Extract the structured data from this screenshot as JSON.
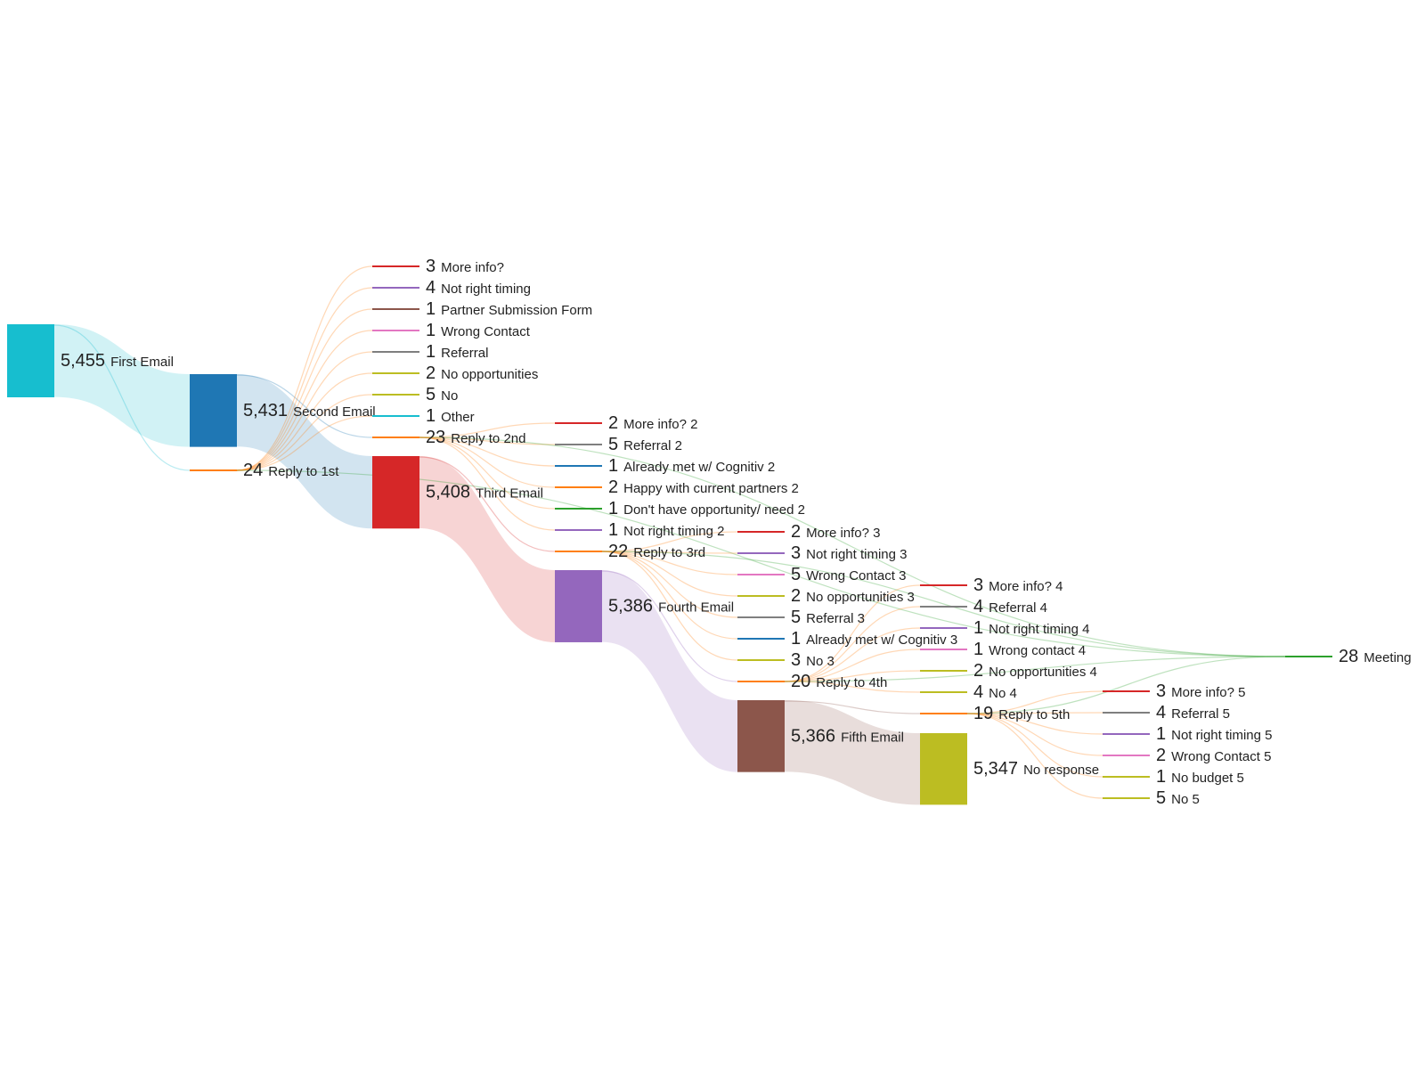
{
  "chart_data": {
    "type": "sankey",
    "nodes": [
      {
        "id": "first",
        "label": "First Email",
        "value": 5455,
        "display": "5,455",
        "color": "#17becf"
      },
      {
        "id": "second",
        "label": "Second Email",
        "value": 5431,
        "display": "5,431",
        "color": "#1f77b4"
      },
      {
        "id": "reply1",
        "label": "Reply to 1st",
        "value": 24,
        "display": "24",
        "color": "#ff7f0e"
      },
      {
        "id": "r1_moreinfo",
        "label": "More info?",
        "value": 3,
        "display": "3",
        "color": "#d62728"
      },
      {
        "id": "r1_timing",
        "label": "Not right timing",
        "value": 4,
        "display": "4",
        "color": "#9467bd"
      },
      {
        "id": "r1_partner",
        "label": "Partner Submission Form",
        "value": 1,
        "display": "1",
        "color": "#8c564b"
      },
      {
        "id": "r1_wrong",
        "label": "Wrong Contact",
        "value": 1,
        "display": "1",
        "color": "#e377c2"
      },
      {
        "id": "r1_referral",
        "label": "Referral",
        "value": 1,
        "display": "1",
        "color": "#7f7f7f"
      },
      {
        "id": "r1_noopp",
        "label": "No opportunities",
        "value": 2,
        "display": "2",
        "color": "#bcbd22"
      },
      {
        "id": "r1_no",
        "label": "No",
        "value": 5,
        "display": "5",
        "color": "#bcbd22"
      },
      {
        "id": "r1_other",
        "label": "Other",
        "value": 1,
        "display": "1",
        "color": "#17becf"
      },
      {
        "id": "reply2",
        "label": "Reply to 2nd",
        "value": 23,
        "display": "23",
        "color": "#ff7f0e"
      },
      {
        "id": "third",
        "label": "Third Email",
        "value": 5408,
        "display": "5,408",
        "color": "#d62728"
      },
      {
        "id": "r2_moreinfo",
        "label": "More info? 2",
        "value": 2,
        "display": "2",
        "color": "#d62728"
      },
      {
        "id": "r2_referral",
        "label": "Referral 2",
        "value": 5,
        "display": "5",
        "color": "#7f7f7f"
      },
      {
        "id": "r2_met",
        "label": "Already met w/ Cognitiv 2",
        "value": 1,
        "display": "1",
        "color": "#1f77b4"
      },
      {
        "id": "r2_happy",
        "label": "Happy with current partners 2",
        "value": 2,
        "display": "2",
        "color": "#ff7f0e"
      },
      {
        "id": "r2_dont",
        "label": "Don't have opportunity/ need 2",
        "value": 1,
        "display": "1",
        "color": "#2ca02c"
      },
      {
        "id": "r2_timing",
        "label": "Not right timing 2",
        "value": 1,
        "display": "1",
        "color": "#9467bd"
      },
      {
        "id": "reply3",
        "label": "Reply to 3rd",
        "value": 22,
        "display": "22",
        "color": "#ff7f0e"
      },
      {
        "id": "fourth",
        "label": "Fourth Email",
        "value": 5386,
        "display": "5,386",
        "color": "#9467bd"
      },
      {
        "id": "r3_moreinfo",
        "label": "More info? 3",
        "value": 2,
        "display": "2",
        "color": "#d62728"
      },
      {
        "id": "r3_timing",
        "label": "Not right timing 3",
        "value": 3,
        "display": "3",
        "color": "#9467bd"
      },
      {
        "id": "r3_wrong",
        "label": "Wrong Contact 3",
        "value": 5,
        "display": "5",
        "color": "#e377c2"
      },
      {
        "id": "r3_noopp",
        "label": "No opportunities 3",
        "value": 2,
        "display": "2",
        "color": "#bcbd22"
      },
      {
        "id": "r3_referral",
        "label": "Referral 3",
        "value": 5,
        "display": "5",
        "color": "#7f7f7f"
      },
      {
        "id": "r3_met",
        "label": "Already met w/ Cognitiv 3",
        "value": 1,
        "display": "1",
        "color": "#1f77b4"
      },
      {
        "id": "r3_no",
        "label": "No 3",
        "value": 3,
        "display": "3",
        "color": "#bcbd22"
      },
      {
        "id": "reply4",
        "label": "Reply to 4th",
        "value": 20,
        "display": "20",
        "color": "#ff7f0e"
      },
      {
        "id": "fifth",
        "label": "Fifth Email",
        "value": 5366,
        "display": "5,366",
        "color": "#8c564b"
      },
      {
        "id": "r4_moreinfo",
        "label": "More info? 4",
        "value": 3,
        "display": "3",
        "color": "#d62728"
      },
      {
        "id": "r4_referral",
        "label": "Referral 4",
        "value": 4,
        "display": "4",
        "color": "#7f7f7f"
      },
      {
        "id": "r4_timing",
        "label": "Not right timing 4",
        "value": 1,
        "display": "1",
        "color": "#9467bd"
      },
      {
        "id": "r4_wrong",
        "label": "Wrong contact 4",
        "value": 1,
        "display": "1",
        "color": "#e377c2"
      },
      {
        "id": "r4_noopp",
        "label": "No opportunities 4",
        "value": 2,
        "display": "2",
        "color": "#bcbd22"
      },
      {
        "id": "r4_no",
        "label": "No 4",
        "value": 4,
        "display": "4",
        "color": "#bcbd22"
      },
      {
        "id": "reply5",
        "label": "Reply to 5th",
        "value": 19,
        "display": "19",
        "color": "#ff7f0e"
      },
      {
        "id": "noresp",
        "label": "No response",
        "value": 5347,
        "display": "5,347",
        "color": "#bcbd22"
      },
      {
        "id": "r5_moreinfo",
        "label": "More info? 5",
        "value": 3,
        "display": "3",
        "color": "#d62728"
      },
      {
        "id": "r5_referral",
        "label": "Referral 5",
        "value": 4,
        "display": "4",
        "color": "#7f7f7f"
      },
      {
        "id": "r5_timing",
        "label": "Not right timing 5",
        "value": 1,
        "display": "1",
        "color": "#9467bd"
      },
      {
        "id": "r5_wrong",
        "label": "Wrong Contact 5",
        "value": 2,
        "display": "2",
        "color": "#e377c2"
      },
      {
        "id": "r5_budget",
        "label": "No budget 5",
        "value": 1,
        "display": "1",
        "color": "#bcbd22"
      },
      {
        "id": "r5_no",
        "label": "No 5",
        "value": 5,
        "display": "5",
        "color": "#bcbd22"
      },
      {
        "id": "meeting",
        "label": "Meeting",
        "value": 28,
        "display": "28",
        "color": "#2ca02c"
      }
    ],
    "links": [
      {
        "source": "first",
        "target": "second",
        "value": 5431
      },
      {
        "source": "first",
        "target": "reply1",
        "value": 24
      },
      {
        "source": "second",
        "target": "third",
        "value": 5408
      },
      {
        "source": "second",
        "target": "reply2",
        "value": 23
      },
      {
        "source": "third",
        "target": "fourth",
        "value": 5386
      },
      {
        "source": "third",
        "target": "reply3",
        "value": 22
      },
      {
        "source": "fourth",
        "target": "fifth",
        "value": 5366
      },
      {
        "source": "fourth",
        "target": "reply4",
        "value": 20
      },
      {
        "source": "fifth",
        "target": "noresp",
        "value": 5347
      },
      {
        "source": "fifth",
        "target": "reply5",
        "value": 19
      },
      {
        "source": "reply1",
        "target": "r1_moreinfo",
        "value": 3
      },
      {
        "source": "reply1",
        "target": "r1_timing",
        "value": 4
      },
      {
        "source": "reply1",
        "target": "r1_partner",
        "value": 1
      },
      {
        "source": "reply1",
        "target": "r1_wrong",
        "value": 1
      },
      {
        "source": "reply1",
        "target": "r1_referral",
        "value": 1
      },
      {
        "source": "reply1",
        "target": "r1_noopp",
        "value": 2
      },
      {
        "source": "reply1",
        "target": "r1_no",
        "value": 5
      },
      {
        "source": "reply1",
        "target": "r1_other",
        "value": 1
      },
      {
        "source": "reply1",
        "target": "meeting",
        "value": 6
      },
      {
        "source": "reply2",
        "target": "r2_moreinfo",
        "value": 2
      },
      {
        "source": "reply2",
        "target": "r2_referral",
        "value": 5
      },
      {
        "source": "reply2",
        "target": "r2_met",
        "value": 1
      },
      {
        "source": "reply2",
        "target": "r2_happy",
        "value": 2
      },
      {
        "source": "reply2",
        "target": "r2_dont",
        "value": 1
      },
      {
        "source": "reply2",
        "target": "r2_timing",
        "value": 1
      },
      {
        "source": "reply2",
        "target": "meeting",
        "value": 11
      },
      {
        "source": "reply3",
        "target": "r3_moreinfo",
        "value": 2
      },
      {
        "source": "reply3",
        "target": "r3_timing",
        "value": 3
      },
      {
        "source": "reply3",
        "target": "r3_wrong",
        "value": 5
      },
      {
        "source": "reply3",
        "target": "r3_noopp",
        "value": 2
      },
      {
        "source": "reply3",
        "target": "r3_referral",
        "value": 5
      },
      {
        "source": "reply3",
        "target": "r3_met",
        "value": 1
      },
      {
        "source": "reply3",
        "target": "r3_no",
        "value": 3
      },
      {
        "source": "reply3",
        "target": "meeting",
        "value": 1
      },
      {
        "source": "reply4",
        "target": "r4_moreinfo",
        "value": 3
      },
      {
        "source": "reply4",
        "target": "r4_referral",
        "value": 4
      },
      {
        "source": "reply4",
        "target": "r4_timing",
        "value": 1
      },
      {
        "source": "reply4",
        "target": "r4_wrong",
        "value": 1
      },
      {
        "source": "reply4",
        "target": "r4_noopp",
        "value": 2
      },
      {
        "source": "reply4",
        "target": "r4_no",
        "value": 4
      },
      {
        "source": "reply4",
        "target": "meeting",
        "value": 5
      },
      {
        "source": "reply5",
        "target": "r5_moreinfo",
        "value": 3
      },
      {
        "source": "reply5",
        "target": "r5_referral",
        "value": 4
      },
      {
        "source": "reply5",
        "target": "r5_timing",
        "value": 1
      },
      {
        "source": "reply5",
        "target": "r5_wrong",
        "value": 2
      },
      {
        "source": "reply5",
        "target": "r5_budget",
        "value": 1
      },
      {
        "source": "reply5",
        "target": "r5_no",
        "value": 5
      },
      {
        "source": "reply5",
        "target": "meeting",
        "value": 3
      }
    ]
  }
}
